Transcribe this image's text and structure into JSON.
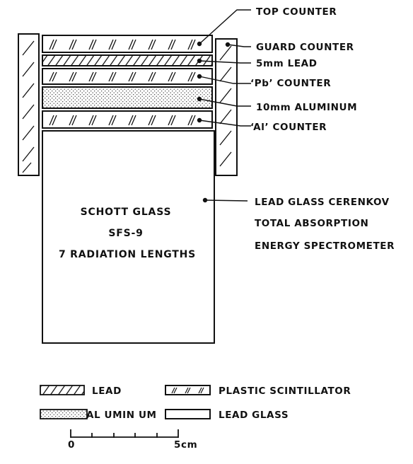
{
  "labels": {
    "top_counter": "TOP COUNTER",
    "guard_counter": "GUARD COUNTER",
    "lead_5mm": "5mm LEAD",
    "pb_counter": "‘Pb’ COUNTER",
    "aluminum_10mm": "10mm ALUMINUM",
    "al_counter": "‘Al’ COUNTER",
    "spectrometer_line1": "LEAD GLASS CERENKOV",
    "spectrometer_line2": "TOTAL ABSORPTION",
    "spectrometer_line3": "ENERGY SPECTROMETER"
  },
  "block_text": {
    "line1": "SCHOTT GLASS",
    "line2": "SFS-9",
    "line3": "7 RADIATION LENGTHS"
  },
  "legend": {
    "lead": "LEAD",
    "plastic_scintillator": "PLASTIC SCINTILLATOR",
    "aluminum": "AL UMIN UM",
    "lead_glass": "LEAD GLASS"
  },
  "scale": {
    "start": "0",
    "end": "5cm"
  }
}
